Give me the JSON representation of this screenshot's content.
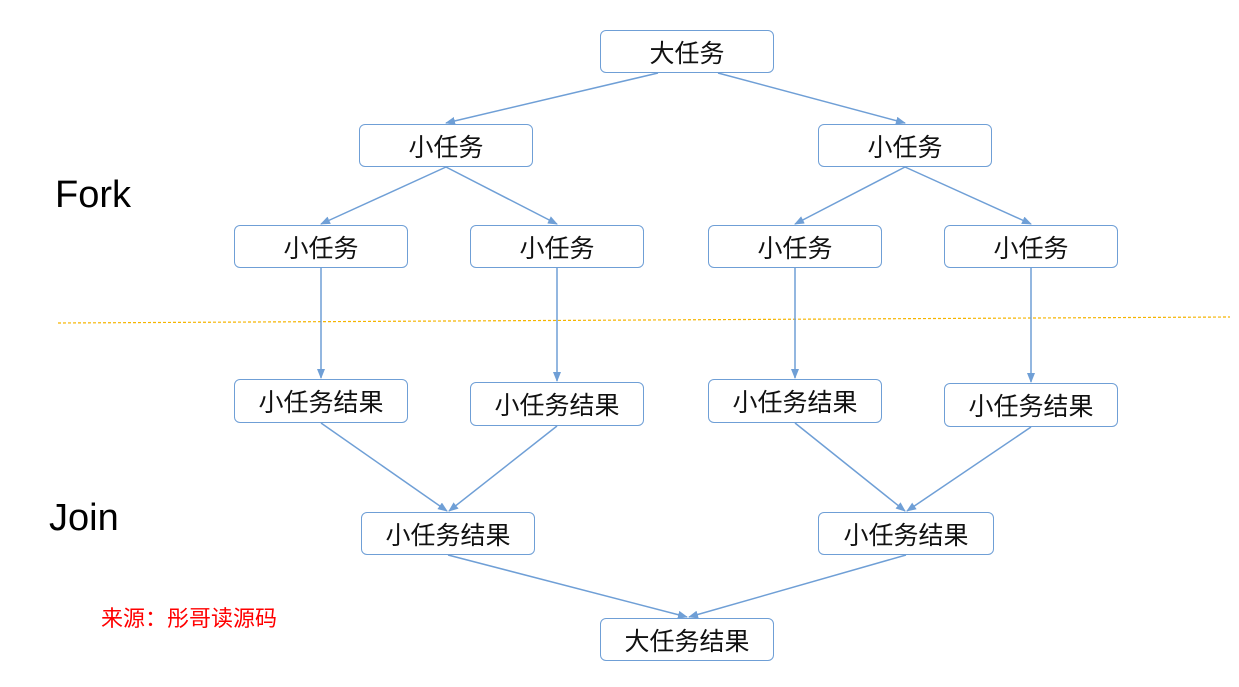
{
  "labels": {
    "fork": "Fork",
    "join": "Join",
    "source": "来源：彤哥读源码"
  },
  "nodes": {
    "root": "大任务",
    "l1_left": "小任务",
    "l1_right": "小任务",
    "l2_1": "小任务",
    "l2_2": "小任务",
    "l2_3": "小任务",
    "l2_4": "小任务",
    "r1": "小任务结果",
    "r2": "小任务结果",
    "r3": "小任务结果",
    "r4": "小任务结果",
    "j_left": "小任务结果",
    "j_right": "小任务结果",
    "final": "大任务结果"
  },
  "colors": {
    "node_border": "#6f9fd6",
    "arrow": "#6f9fd6",
    "divider": "#f5b400",
    "source_text": "#ff0000"
  }
}
